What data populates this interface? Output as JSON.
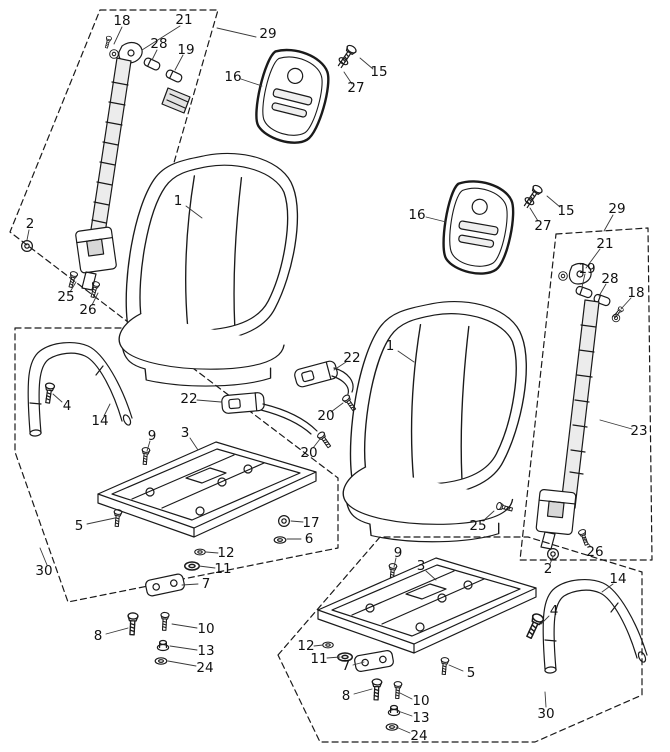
{
  "meta": {
    "background": "#ffffff",
    "line_color": "#1a1a1a",
    "label_color": "#111111"
  },
  "regions": {
    "belt_left": {
      "labels": [
        "18",
        "21",
        "28",
        "19",
        "29",
        "2",
        "25",
        "26"
      ]
    },
    "headrest_left": {
      "labels": [
        "16",
        "27",
        "15"
      ]
    },
    "headrest_right": {
      "labels": [
        "16",
        "27",
        "15"
      ]
    },
    "seat_left": {
      "labels": [
        "1"
      ]
    },
    "seat_right": {
      "labels": [
        "1"
      ]
    },
    "belt_right": {
      "labels": [
        "29",
        "21",
        "19",
        "28",
        "18",
        "23",
        "25",
        "26",
        "2"
      ]
    },
    "buckles": {
      "labels": [
        "22",
        "22",
        "20",
        "20"
      ]
    },
    "base_left": {
      "labels": [
        "4",
        "14",
        "9",
        "3",
        "5",
        "17",
        "6",
        "12",
        "11",
        "7",
        "30",
        "8",
        "10",
        "13",
        "24"
      ]
    },
    "base_right": {
      "labels": [
        "9",
        "3",
        "14",
        "4",
        "12",
        "11",
        "7",
        "5",
        "8",
        "10",
        "13",
        "24",
        "30"
      ]
    }
  }
}
